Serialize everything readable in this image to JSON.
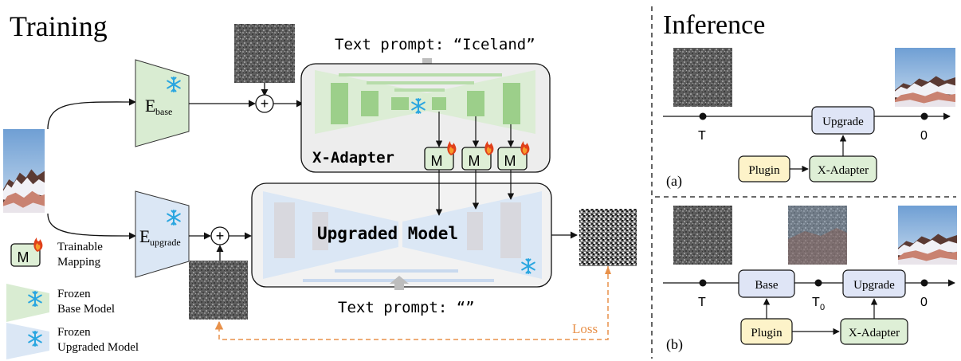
{
  "training": {
    "title": "Training",
    "encoder_base_label": "E",
    "encoder_base_sub": "base",
    "encoder_upgrade_label": "E",
    "encoder_upgrade_sub": "upgrade",
    "text_prompt_top": "Text prompt: “Iceland”",
    "text_prompt_bottom": "Text prompt: “”",
    "xadapter_label": "X-Adapter",
    "upgraded_model_label": "Upgraded Model",
    "mapping_label": "M",
    "loss_label": "Loss",
    "plus_symbol": "+",
    "legend": {
      "trainable": "Trainable",
      "trainable2": "Mapping",
      "frozen_base": "Frozen",
      "frozen_base2": "Base Model",
      "frozen_upgraded": "Frozen",
      "frozen_upgraded2": "Upgraded Model"
    }
  },
  "inference": {
    "title": "Inference",
    "a": {
      "label": "(a)",
      "t_label": "T",
      "zero_label": "0",
      "upgrade": "Upgrade",
      "plugin": "Plugin",
      "xadapter": "X-Adapter"
    },
    "b": {
      "label": "(b)",
      "t_label": "T",
      "t0_label": "T",
      "t0_sub": "0",
      "zero_label": "0",
      "base": "Base",
      "upgrade": "Upgrade",
      "plugin": "Plugin",
      "xadapter": "X-Adapter"
    }
  },
  "colors": {
    "base_green": "#d9ecd2",
    "base_green_dark": "#9ccf8a",
    "upgraded_blue": "#dbe7f5",
    "upgrade_box": "#dfe5f6",
    "plugin_box": "#fdf3c9",
    "xadapter_box": "#deefd6",
    "base_box": "#dfe5f6",
    "loss_orange": "#e8914a",
    "fire": "#e0401a",
    "snow": "#2aa6e0"
  }
}
